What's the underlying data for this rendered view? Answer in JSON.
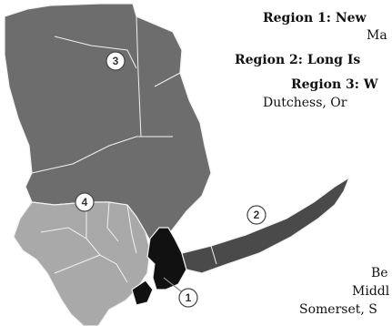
{
  "legend": {
    "region1_title": "Region 1: New",
    "region1_line2": "Ma",
    "region2_title": "Region 2: Long Is",
    "region3_title": "Region 3: W",
    "region3_line2": "Dutchess, Or",
    "right_line1": "Be",
    "right_line2": "Middl",
    "right_line3": "Somerset, S"
  },
  "markers": {
    "r1": "1",
    "r2": "2",
    "r3": "3",
    "r4": "4"
  },
  "colors": {
    "region_1": "#111111",
    "region_2": "#4a4a4a",
    "region_3": "#6d6d6d",
    "region_4": "#a9a9a9",
    "border": "#f2f2f2"
  }
}
